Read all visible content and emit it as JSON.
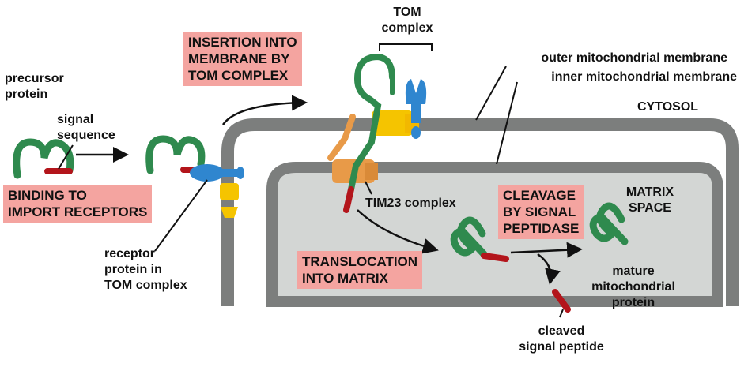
{
  "labels": {
    "precursor_protein": [
      "precursor",
      "protein"
    ],
    "signal_sequence": [
      "signal",
      "sequence"
    ],
    "tom_complex": [
      "TOM",
      "complex"
    ],
    "outer_membrane": "outer mitochondrial membrane",
    "inner_membrane": "inner mitochondrial membrane",
    "cytosol": "CYTOSOL",
    "matrix_space": [
      "MATRIX",
      "SPACE"
    ],
    "tim23_complex": "TIM23 complex",
    "receptor_protein": [
      "receptor",
      "protein in",
      "TOM complex"
    ],
    "mature_protein": [
      "mature",
      "mitochondrial",
      "protein"
    ],
    "cleaved_peptide": [
      "cleaved",
      "signal peptide"
    ]
  },
  "steps": {
    "binding": [
      "BINDING TO",
      "IMPORT RECEPTORS"
    ],
    "insertion": [
      "INSERTION INTO",
      "MEMBRANE BY",
      "TOM COMPLEX"
    ],
    "translocation": [
      "TRANSLOCATION",
      "INTO MATRIX"
    ],
    "cleavage": [
      "CLEAVAGE",
      "BY SIGNAL",
      "PEPTIDASE"
    ]
  },
  "colors": {
    "protein_green": "#2f8a4e",
    "signal_red": "#b3151b",
    "membrane_gray": "#7c7e7d",
    "matrix_fill": "#d3d6d4",
    "tom_blue": "#2f86cf",
    "tom_yellow": "#f5c400",
    "tim_orange": "#e89a48",
    "step_box": "#f4a4a0"
  }
}
